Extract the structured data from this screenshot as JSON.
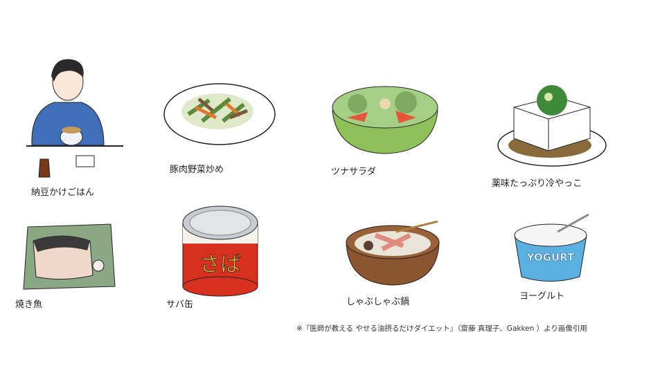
{
  "foods": [
    {
      "label": "納豆かけごはん"
    },
    {
      "label": "豚肉野菜炒め"
    },
    {
      "label": "ツナサラダ"
    },
    {
      "label": "薬味たっぷり冷やっこ"
    },
    {
      "label": "焼き魚"
    },
    {
      "label": "サバ缶"
    },
    {
      "label": "しゃぶしゃぶ鍋"
    },
    {
      "label": "ヨーグルト"
    }
  ],
  "can_text": "さば",
  "yogurt_text": "YOGURT",
  "citation": "※『医師が教える やせる油摂るだけダイエット』（齋藤 真理子、Gakken ）より画像引用"
}
